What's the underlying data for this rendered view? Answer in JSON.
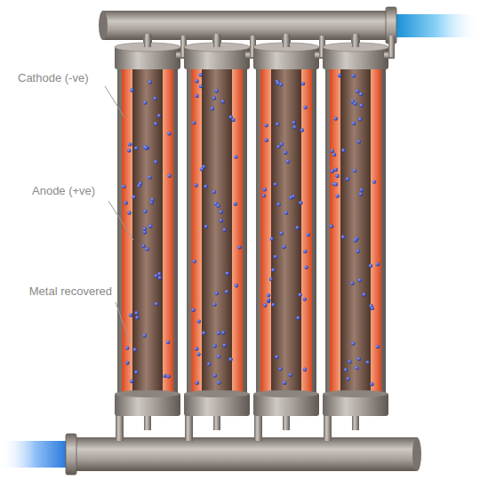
{
  "diagram": {
    "labels": [
      "Cathode (-ve)",
      "Anode (+ve)",
      "Metal recovered"
    ]
  }
}
